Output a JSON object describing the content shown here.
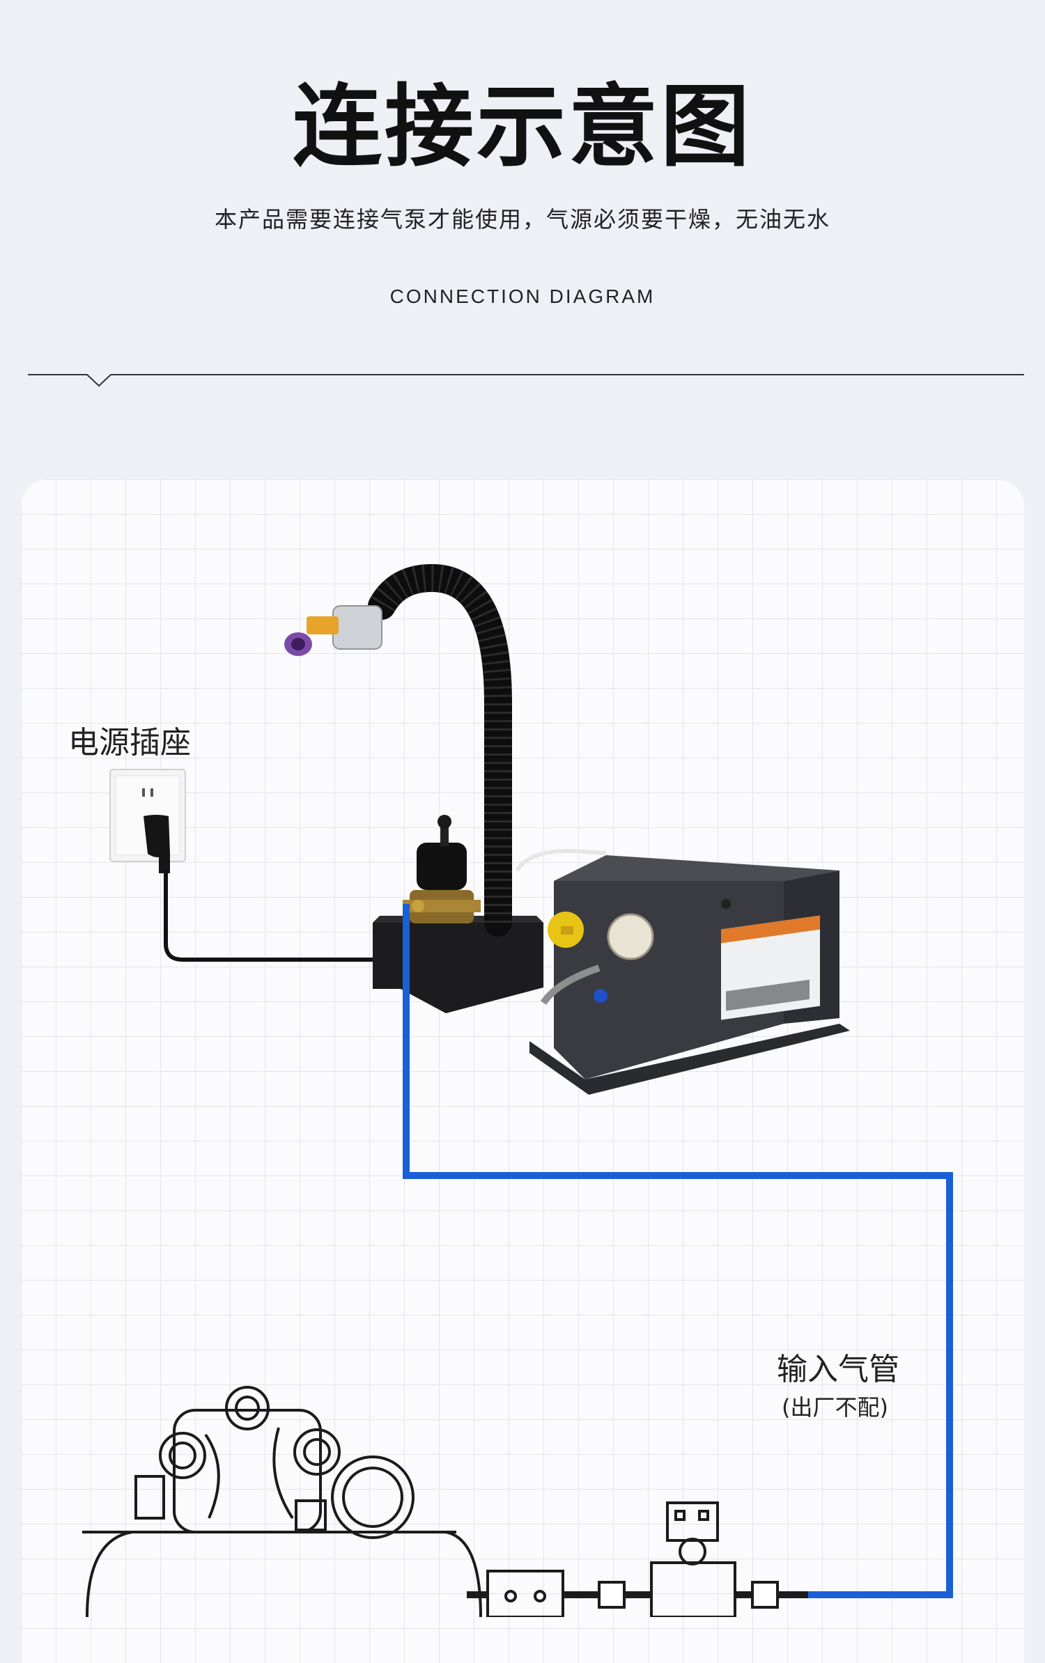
{
  "header": {
    "title": "连接示意图",
    "subtitle": "本产品需要连接气泵才能使用，气源必须要干燥，无油无水",
    "subtitle_en": "CONNECTION DIAGRAM"
  },
  "diagram": {
    "socket_label": "电源插座",
    "air_tube_label": "输入气管",
    "air_tube_note": "(出厂不配)"
  },
  "colors": {
    "air_tube": "#1a5fd6",
    "power_cord": "#111111",
    "background": "#efeff6"
  }
}
